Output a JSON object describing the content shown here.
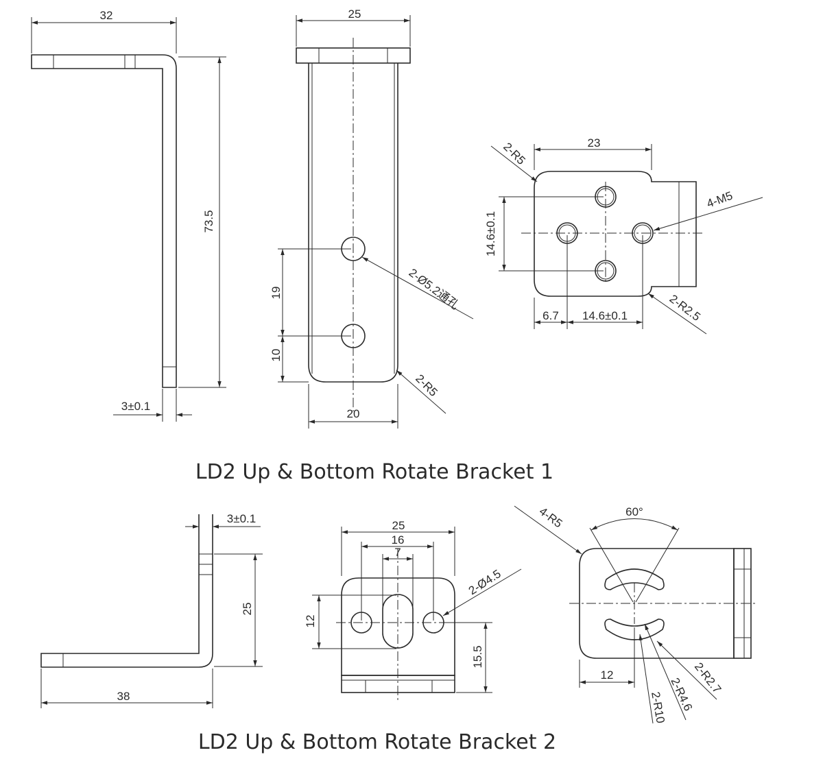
{
  "titles": {
    "bracket1": "LD2 Up & Bottom Rotate Bracket 1",
    "bracket2": "LD2 Up & Bottom Rotate Bracket 2"
  },
  "bracket1": {
    "side": {
      "width": "32",
      "height": "73.5",
      "thickness": "3±0.1"
    },
    "front": {
      "top_width": "25",
      "bottom_width": "20",
      "hole_spacing": "19",
      "hole_edge": "10",
      "holes": "2-Ø5.2通孔",
      "radius": "2-R5"
    },
    "top": {
      "width": "23",
      "radius_top": "2-R5",
      "threads": "4-M5",
      "vertical_spacing": "14.6±0.1",
      "edge_offset": "6.7",
      "horizontal_spacing": "14.6±0.1",
      "radius_bottom": "2-R2.5"
    }
  },
  "bracket2": {
    "side": {
      "thickness": "3±0.1",
      "height": "25",
      "length": "38"
    },
    "front": {
      "width": "25",
      "hole_spacing": "16",
      "slot_width": "7",
      "slot_height": "12",
      "hole_height": "15.5",
      "holes": "2-Ø4.5"
    },
    "top": {
      "radius": "4-R5",
      "angle": "60°",
      "offset": "12",
      "r10": "2-R10",
      "r46": "2-R4.6",
      "r27": "2-R2.7"
    }
  }
}
